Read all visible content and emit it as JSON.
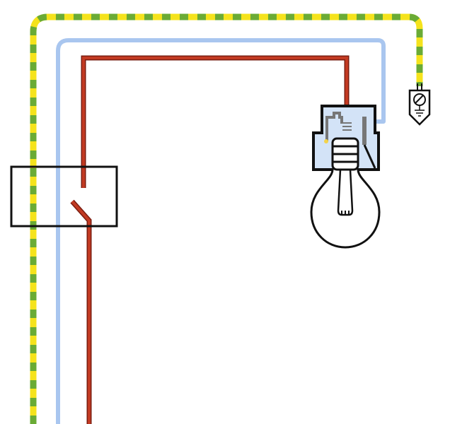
{
  "diagram": {
    "kind": "single light switch wiring",
    "components": [
      "earth-wire",
      "neutral-wire",
      "live-wire",
      "switch",
      "lampholder",
      "light-bulb",
      "earth-terminal"
    ],
    "colors": {
      "earth_primary": "#f5e31c",
      "earth_stripe": "#6aab35",
      "neutral": "#a9c6ef",
      "live": "#c23a22",
      "live_outline": "#7a1c10",
      "outline": "#111111",
      "lampholder_fill": "#d3e3f7",
      "contact": "#777777"
    },
    "switch_state": "open"
  }
}
